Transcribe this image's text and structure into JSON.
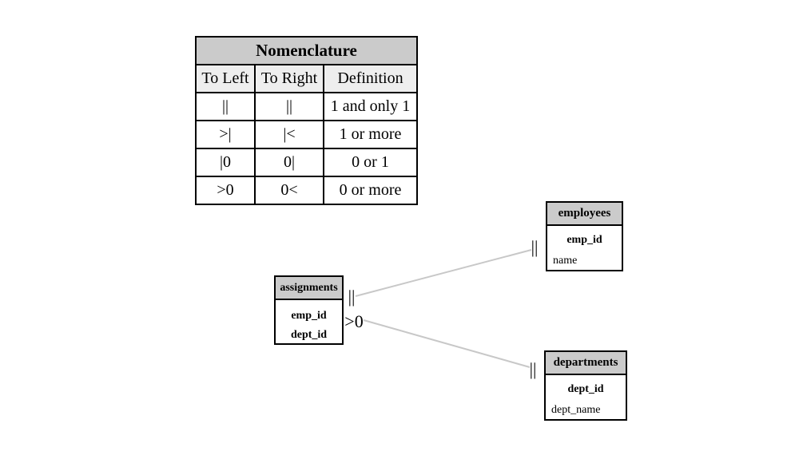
{
  "nomenclature": {
    "title": "Nomenclature",
    "columns": [
      "To Left",
      "To Right",
      "Definition"
    ],
    "rows": [
      {
        "to_left": "||",
        "to_right": "||",
        "definition": "1 and only 1"
      },
      {
        "to_left": ">|",
        "to_right": "|<",
        "definition": "1 or more"
      },
      {
        "to_left": "|0",
        "to_right": "0|",
        "definition": "0 or 1"
      },
      {
        "to_left": ">0",
        "to_right": "0<",
        "definition": "0 or more"
      }
    ]
  },
  "entities": {
    "assignments": {
      "title": "assignments",
      "fields": [
        {
          "name": "emp_id"
        },
        {
          "name": "dept_id"
        }
      ]
    },
    "employees": {
      "title": "employees",
      "fields": [
        {
          "name": "emp_id"
        },
        {
          "name": "name"
        }
      ]
    },
    "departments": {
      "title": "departments",
      "fields": [
        {
          "name": "dept_id"
        },
        {
          "name": "dept_name"
        }
      ]
    }
  },
  "relationships": [
    {
      "from": "assignments",
      "to": "employees",
      "from_symbol": "||",
      "to_symbol": "||"
    },
    {
      "from": "assignments",
      "to": "departments",
      "from_symbol": ">0",
      "to_symbol": "||"
    }
  ],
  "colors": {
    "entity_header_bg": "#cbcbcb",
    "legend_title_bg": "#cbcbcb",
    "legend_colhead_bg": "#eeeeee",
    "border": "#000000",
    "relationship_line": "#c8c8c8"
  }
}
